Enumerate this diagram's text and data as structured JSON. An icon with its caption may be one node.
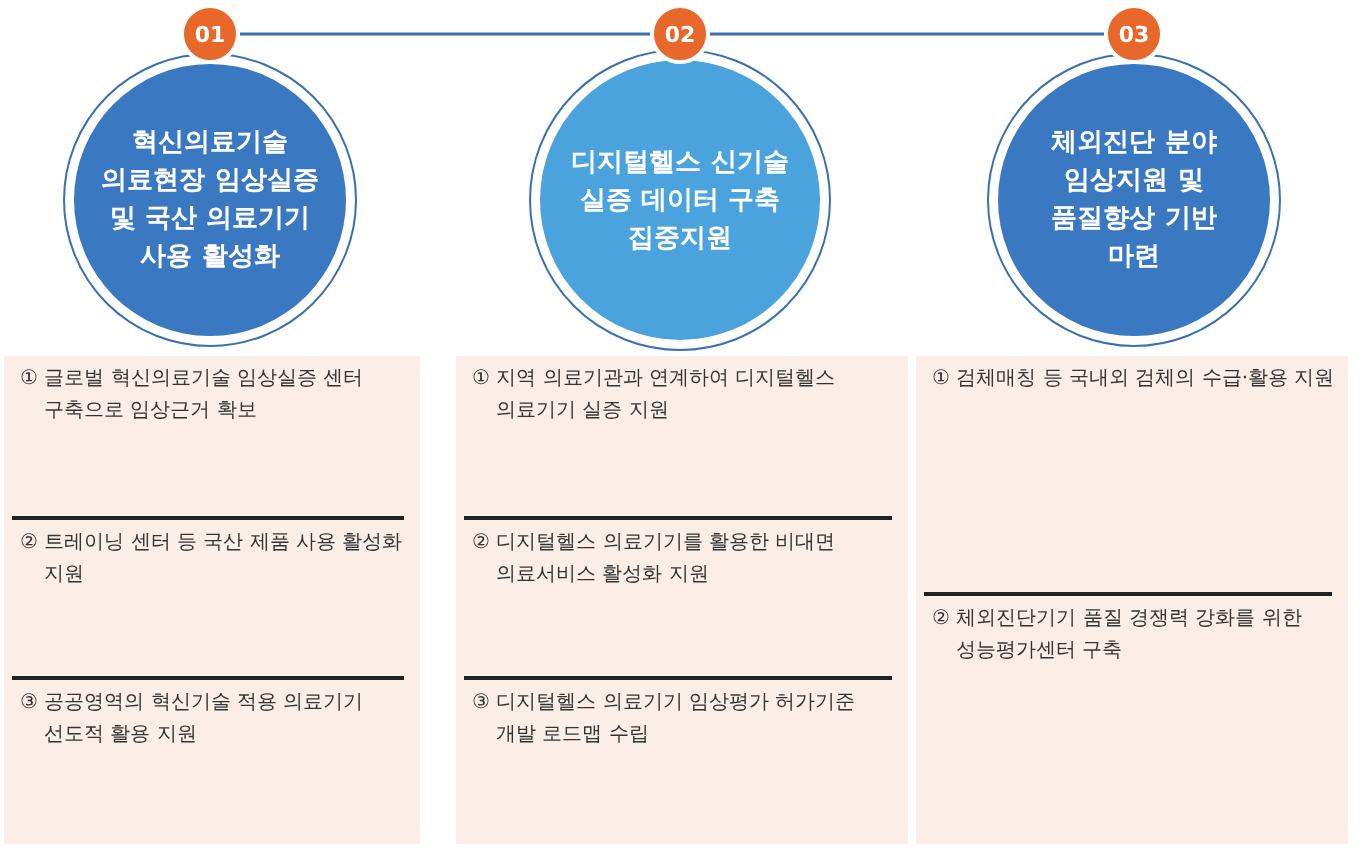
{
  "diagram": {
    "nodes": [
      {
        "text": [
          "01"
        ]
      },
      {
        "text": [
          "혁신의료기술 의료현장 임상실증 및 국산 의료기기 사용 활성화"
        ]
      },
      {
        "text": [
          "02"
        ]
      },
      {
        "text": [
          "디지털헬스 신기술 실증 데이터 구축 집중지원"
        ]
      },
      {
        "text": [
          "03"
        ]
      },
      {
        "text": [
          "체외진단 분야 임상지원 및 품질향상 기반 마련"
        ]
      },
      {
        "text": [],
        "shape": "box"
      },
      {
        "text": [
          "① 글로벌 혁신의료기술 임상실증 센터 구축으로 임상근거 확보"
        ],
        "in": 6
      },
      {
        "text": [
          "② 트레이닝 센터 등 국산 제품 사용 활성화 지원"
        ],
        "in": 6
      },
      {
        "text": [
          "③ 공공영역의 혁신기술 적용 의료기기 선도적 활용 지원"
        ],
        "in": 6
      },
      {
        "text": [],
        "shape": "box"
      },
      {
        "text": [
          "① 지역 의료기관과 연계하여 디지털헬스 의료기기 실증 지원"
        ],
        "in": 10
      },
      {
        "text": [
          "② 디지털헬스 의료기기를 활용한 비대면 의료서비스 활성화 지원"
        ],
        "in": 10
      },
      {
        "text": [
          "③ 디지털헬스 의료기기 임상평가 허가기준 개발 로드맵 수립"
        ],
        "in": 10
      },
      {
        "text": [],
        "shape": "box"
      },
      {
        "text": [
          "① 검체매칭 등 국내외 검체의 수급·활용 지원"
        ],
        "in": 14
      },
      {
        "text": [
          "② 체외진단기기 품질 경쟁력 강화를 위한 성능평가센터 구축"
        ],
        "in": 14
      }
    ],
    "edges": [
      {
        "from": 0,
        "to": 2,
        "arrow": "none"
      },
      {
        "from": 2,
        "to": 4,
        "arrow": "none"
      }
    ]
  }
}
